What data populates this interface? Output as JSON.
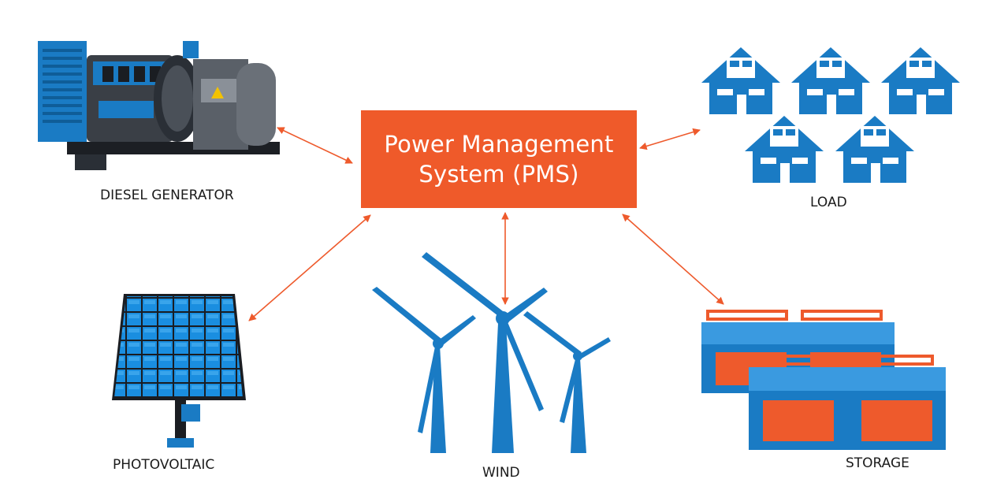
{
  "pms": {
    "line1": "Power Management",
    "line2": "System (PMS)"
  },
  "nodes": {
    "diesel_generator": "DIESEL GENERATOR",
    "load": "LOAD",
    "photovoltaic": "PHOTOVOLTAIC",
    "wind": "WIND",
    "storage": "STORAGE"
  },
  "colors": {
    "pms": "#ef5a2a",
    "arrow": "#ee5a2c",
    "equipment_blue": "#1a7bc4",
    "dark": "#2a2f36"
  }
}
